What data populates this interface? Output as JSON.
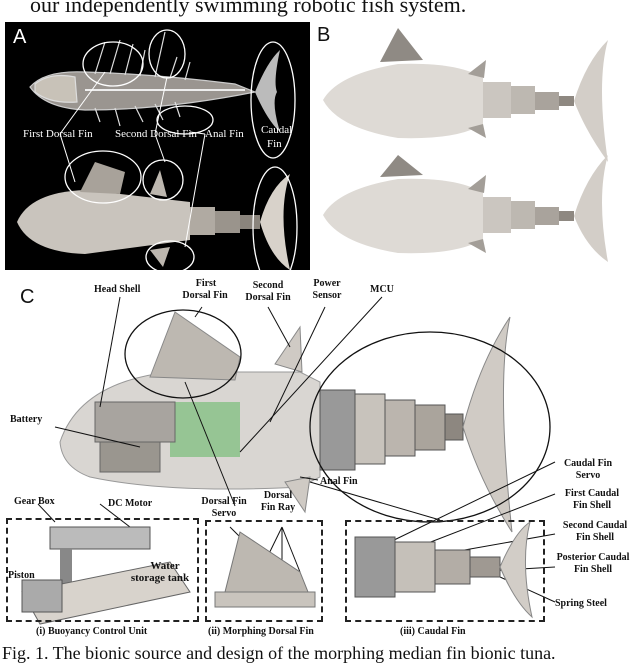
{
  "page": {
    "top_caption": "our independently swimming robotic fish system.",
    "figure_caption": "Fig. 1. The bionic source and design of the morphing median fin bionic tuna."
  },
  "panel_a": {
    "letter": "A",
    "labels": {
      "first_dorsal": "First Dorsal Fin",
      "second_dorsal": "Second Dorsal Fin",
      "anal": "Anal Fin",
      "caudal_1": "Caudal",
      "caudal_2": "Fin"
    }
  },
  "panel_b": {
    "letter": "B"
  },
  "panel_c": {
    "letter": "C",
    "labels": {
      "head_shell": "Head Shell",
      "first_dorsal_1": "First",
      "first_dorsal_2": "Dorsal Fin",
      "second_dorsal_1": "Second",
      "second_dorsal_2": "Dorsal Fin",
      "power_sensor_1": "Power",
      "power_sensor_2": "Sensor",
      "mcu": "MCU",
      "battery": "Battery",
      "anal_fin": "Anal Fin",
      "gear_box": "Gear Box",
      "dc_motor": "DC Motor",
      "dorsal_fin_servo_1": "Dorsal Fin",
      "dorsal_fin_servo_2": "Servo",
      "dorsal_fin_ray_1": "Dorsal",
      "dorsal_fin_ray_2": "Fin Ray",
      "piston": "Piston",
      "water_1": "Water",
      "water_2": "storage tank",
      "caudal_fin_servo_1": "Caudal Fin",
      "caudal_fin_servo_2": "Servo",
      "first_caudal_1": "First Caudal",
      "first_caudal_2": "Fin Shell",
      "second_caudal_1": "Second Caudal",
      "second_caudal_2": "Fin Shell",
      "posterior_caudal_1": "Posterior Caudal",
      "posterior_caudal_2": "Fin Shell",
      "spring_steel": "Spring Steel"
    },
    "subcaptions": {
      "i": "(i)  Buoyancy Control Unit",
      "ii": "(ii)  Morphing Dorsal Fin",
      "iii": "(iii)  Caudal Fin"
    }
  }
}
